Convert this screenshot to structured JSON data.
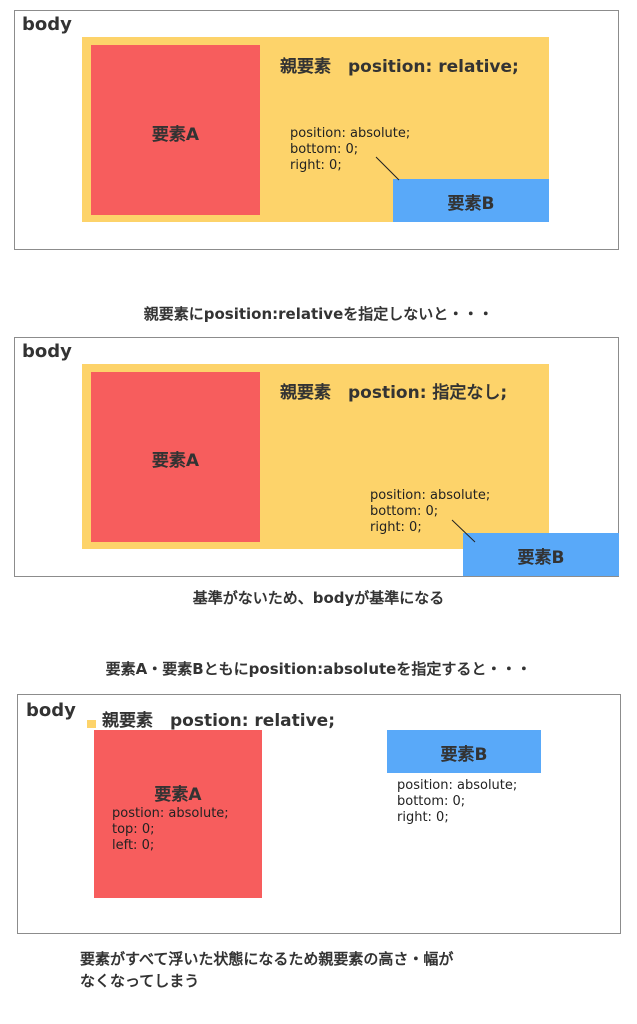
{
  "colors": {
    "parent": "#fdd36a",
    "element_a": "#f75d5d",
    "element_b": "#59a9f9",
    "border": "#8c8c8c",
    "text": "#333333"
  },
  "diagram1": {
    "body_label": "body",
    "parent_title": "親要素　position: relative;",
    "element_a": "要素A",
    "element_b": "要素B",
    "b_css": [
      "position: absolute;",
      "bottom: 0;",
      "right: 0;"
    ]
  },
  "caption1": "親要素にposition:relativeを指定しないと・・・",
  "diagram2": {
    "body_label": "body",
    "parent_title": "親要素　postion: 指定なし;",
    "element_a": "要素A",
    "element_b": "要素B",
    "b_css": [
      "position: absolute;",
      "bottom: 0;",
      "right: 0;"
    ]
  },
  "caption2": "基準がないため、bodyが基準になる",
  "caption3": "要素A・要素Bともにposition:absoluteを指定すると・・・",
  "diagram3": {
    "body_label": "body",
    "parent_title": "親要素　postion: relative;",
    "element_a": "要素A",
    "a_css": [
      "postion: absolute;",
      "top: 0;",
      "left: 0;"
    ],
    "element_b": "要素B",
    "b_css": [
      "position: absolute;",
      "bottom: 0;",
      "right: 0;"
    ]
  },
  "caption4": [
    "要素がすべて浮いた状態になるため親要素の高さ・幅が",
    "なくなってしまう"
  ]
}
